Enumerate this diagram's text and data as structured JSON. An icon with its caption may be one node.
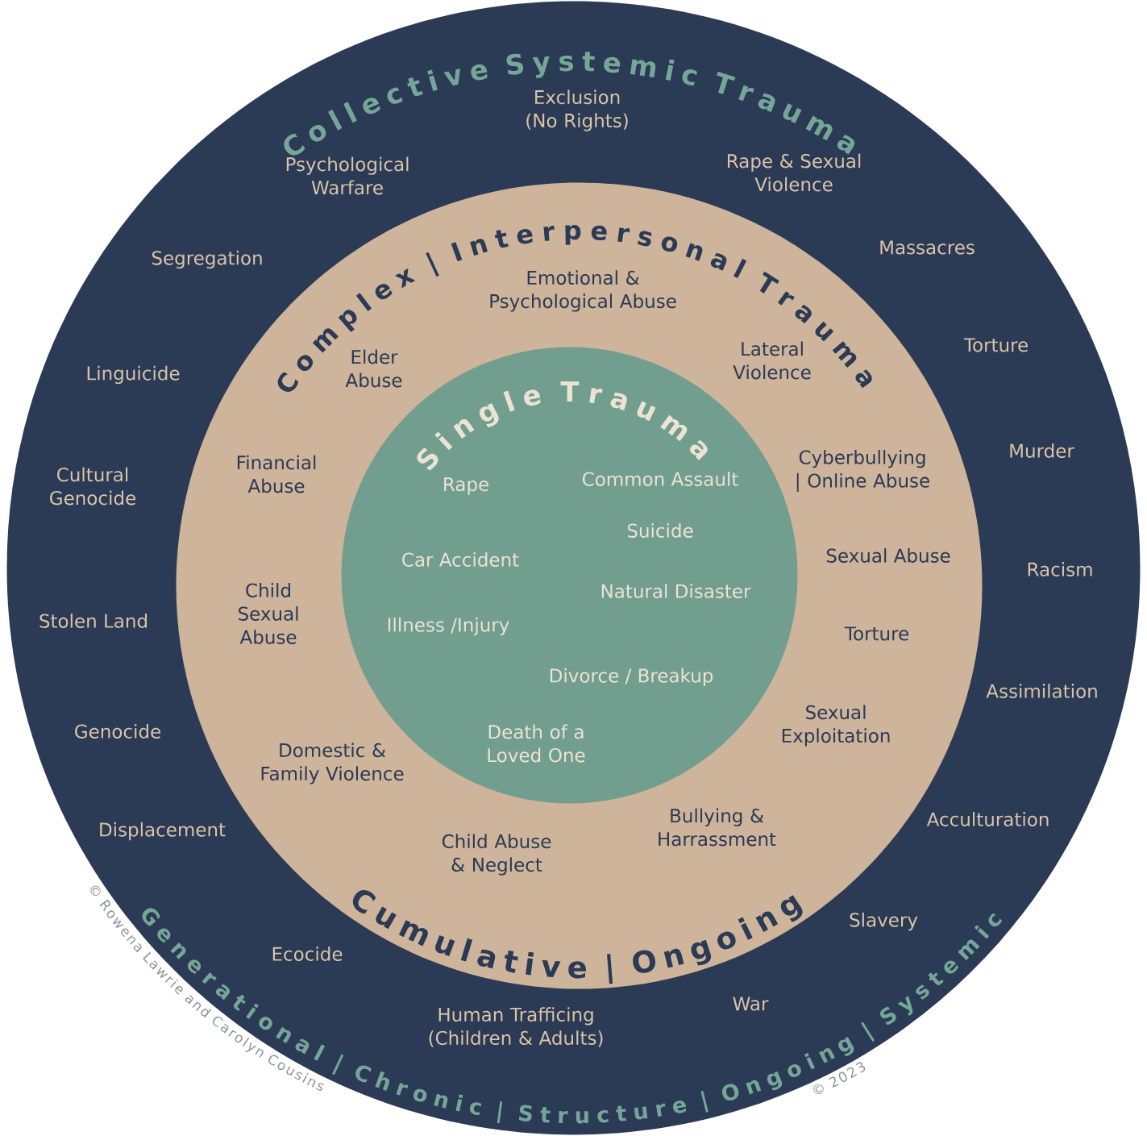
{
  "diagram": {
    "nodes": [
      {
        "text": [
          "Collective Systemic Trauma",
          "Exclusion (No Rights)",
          "Psychological Warfare",
          "Rape & Sexual Violence",
          "Massacres",
          "Segregation",
          "Torture",
          "Linguicide",
          "Murder",
          "Cultural Genocide",
          "Racism",
          "Stolen Land",
          "Assimilation",
          "Genocide",
          "Acculturation",
          "Displacement",
          "Slavery",
          "Ecocide",
          "War",
          "Human Trafficing (Children & Adults)",
          "Generational | Chronic | Structure | Ongoing | Systemic"
        ]
      },
      {
        "text": [
          "Complex | Interpersonal Trauma",
          "Emotional & Psychological Abuse",
          "Elder Abuse",
          "Lateral Violence",
          "Financial Abuse",
          "Cyberbullying | Online Abuse",
          "Sexual Abuse",
          "Child Sexual Abuse",
          "Torture",
          "Sexual Exploitation",
          "Domestic & Family Violence",
          "Bullying & Harrassment",
          "Child Abuse & Neglect",
          "Cumulative | Ongoing"
        ],
        "in": 0
      },
      {
        "text": [
          "Single Trauma",
          "Rape",
          "Common Assault",
          "Suicide",
          "Car Accident",
          "Natural Disaster",
          "Illness /Injury",
          "Divorce / Breakup",
          "Death of a Loved One"
        ],
        "in": 1
      }
    ],
    "labels": [
      "© Rowena Lawrie and Carolyn Cousins",
      "© 2023"
    ]
  }
}
